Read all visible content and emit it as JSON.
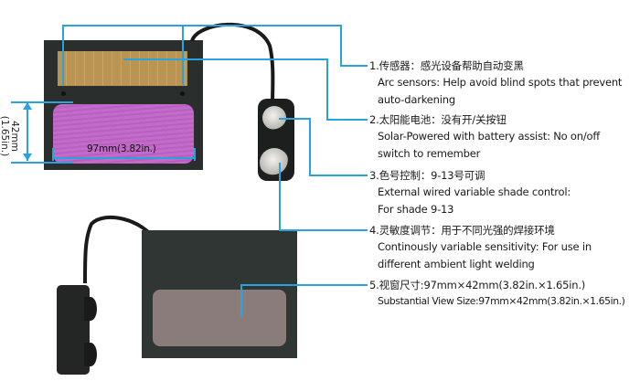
{
  "product": {
    "top_filter": {
      "sensor_panel_color": "#b99452",
      "view_window_color": "#c26bc8",
      "body_color": "#2a2e2c",
      "dim_width_label": "97mm(3.82in.)",
      "dim_height_label": "42mm",
      "dim_height_sub": "(1.65in.)"
    },
    "bottom_filter": {
      "body_color": "#2f3633",
      "view_window_color": "#8a7c7a"
    }
  },
  "features": [
    {
      "cn": "1.传感器：感光设备帮助自动变黑",
      "en1": "Arc sensors: Help avoid blind spots that prevent",
      "en2": "auto-darkening"
    },
    {
      "cn": "2.太阳能电池：没有开/关按钮",
      "en1": "Solar-Powered with battery assist: No on/off",
      "en2": "switch to remember"
    },
    {
      "cn": "3.色号控制：9-13号可调",
      "en1": "External wired variable shade control:",
      "en2": "For shade 9-13"
    },
    {
      "cn": "4.灵敏度调节：用于不同光强的焊接环境",
      "en1": "Continously variable sensitivity: For use in",
      "en2": "different ambient light welding"
    },
    {
      "cn": "5.视窗尺寸:97mm×42mm(3.82in.×1.65in.)",
      "en1": "Substantial View Size:97mm×42mm(3.82in.×1.65in.)"
    }
  ],
  "colors": {
    "callout_line": "#29a3df"
  }
}
